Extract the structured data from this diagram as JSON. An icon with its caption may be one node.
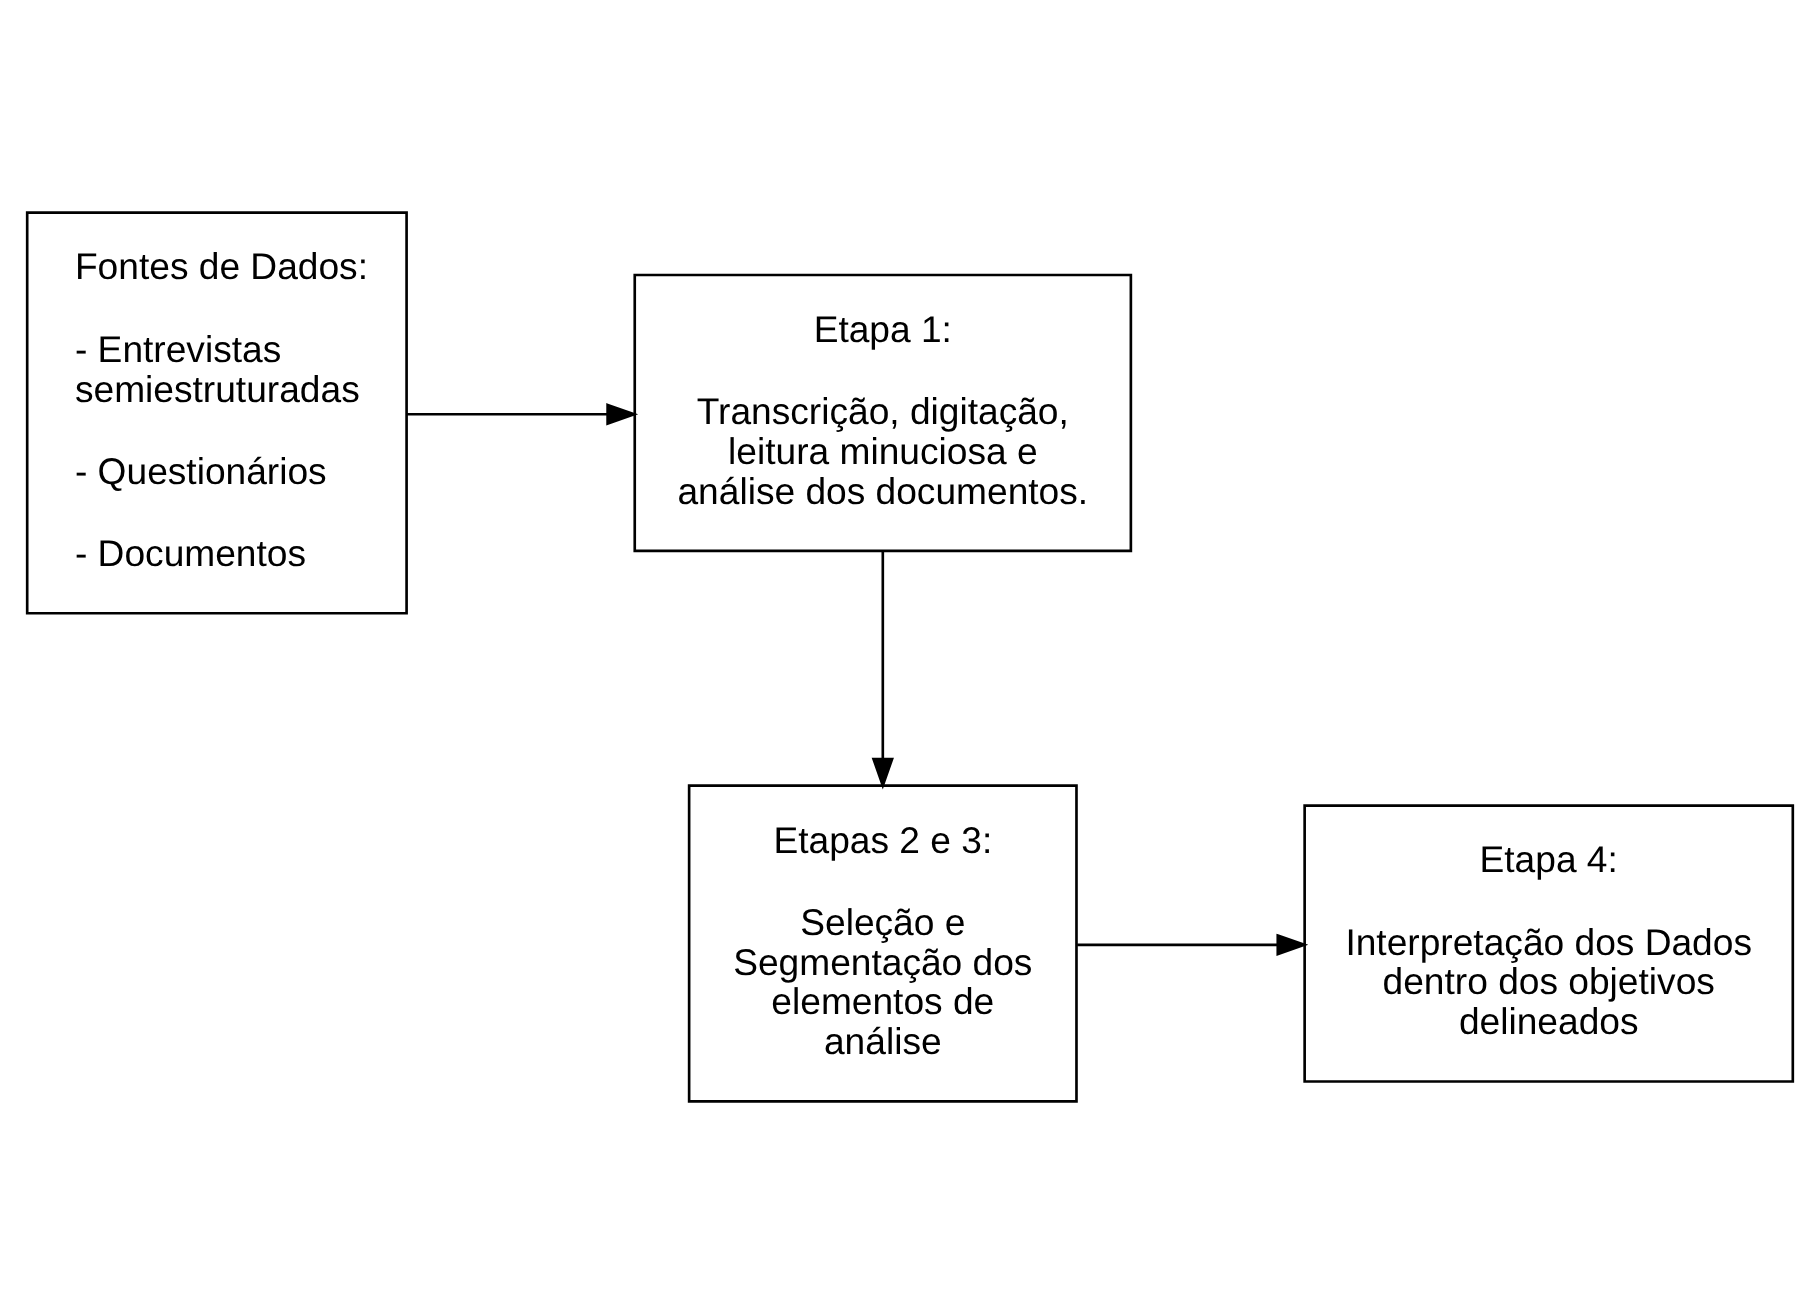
{
  "diagram": {
    "nodes": [
      {
        "text": [
          "Fontes de Dados:",
          "- Entrevistas semiestruturadas",
          "- Questionários",
          "- Documentos"
        ]
      },
      {
        "text": [
          "Etapa 1:",
          "Transcrição, digitação, leitura minuciosa e análise dos documentos."
        ]
      },
      {
        "text": [
          "Etapas 2 e 3:",
          "Seleção e Segmentação dos elementos de análise"
        ]
      },
      {
        "text": [
          "Etapa 4:",
          "Interpretação dos Dados dentro dos objetivos delineados"
        ]
      }
    ],
    "edges": [
      {
        "from": 0,
        "to": 1,
        "arrow": "to"
      },
      {
        "from": 1,
        "to": 2,
        "arrow": "to"
      },
      {
        "from": 2,
        "to": 3,
        "arrow": "to"
      }
    ]
  }
}
